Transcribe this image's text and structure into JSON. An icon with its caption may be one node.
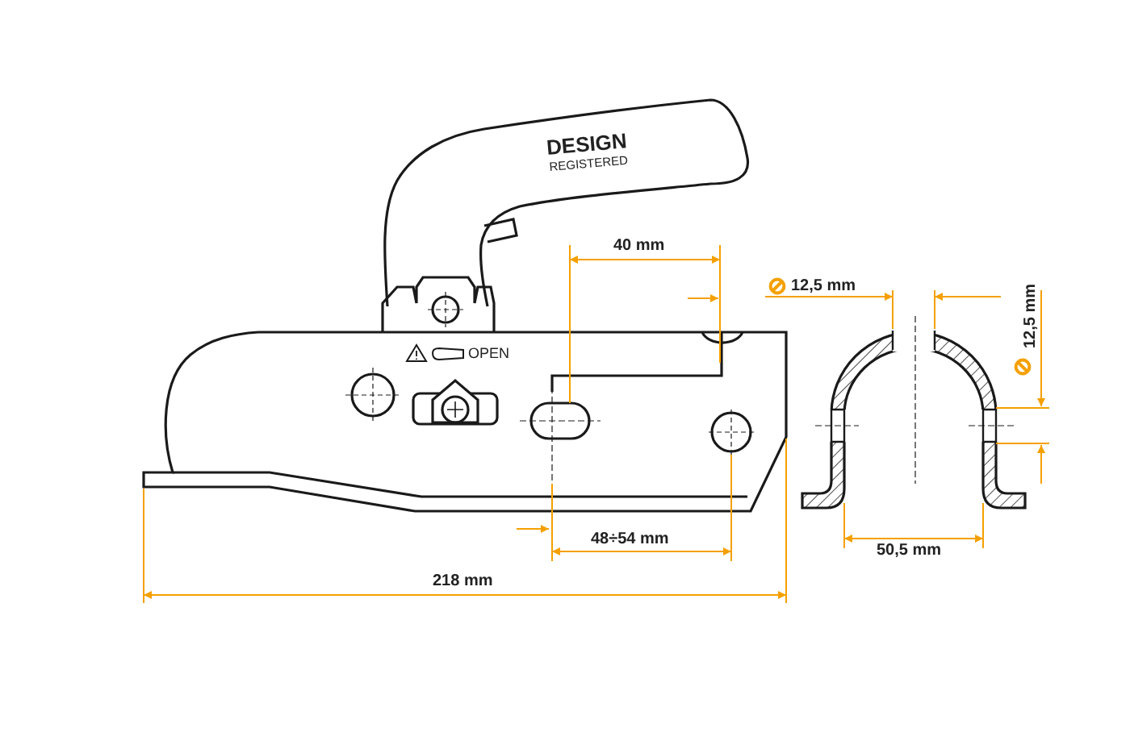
{
  "diagram": {
    "labels": [
      "DESIGN",
      "REGISTERED",
      "OPEN",
      "40 mm",
      "12,5 mm",
      "12,5 mm",
      "48÷54 mm",
      "50,5 mm",
      "218 mm"
    ]
  }
}
